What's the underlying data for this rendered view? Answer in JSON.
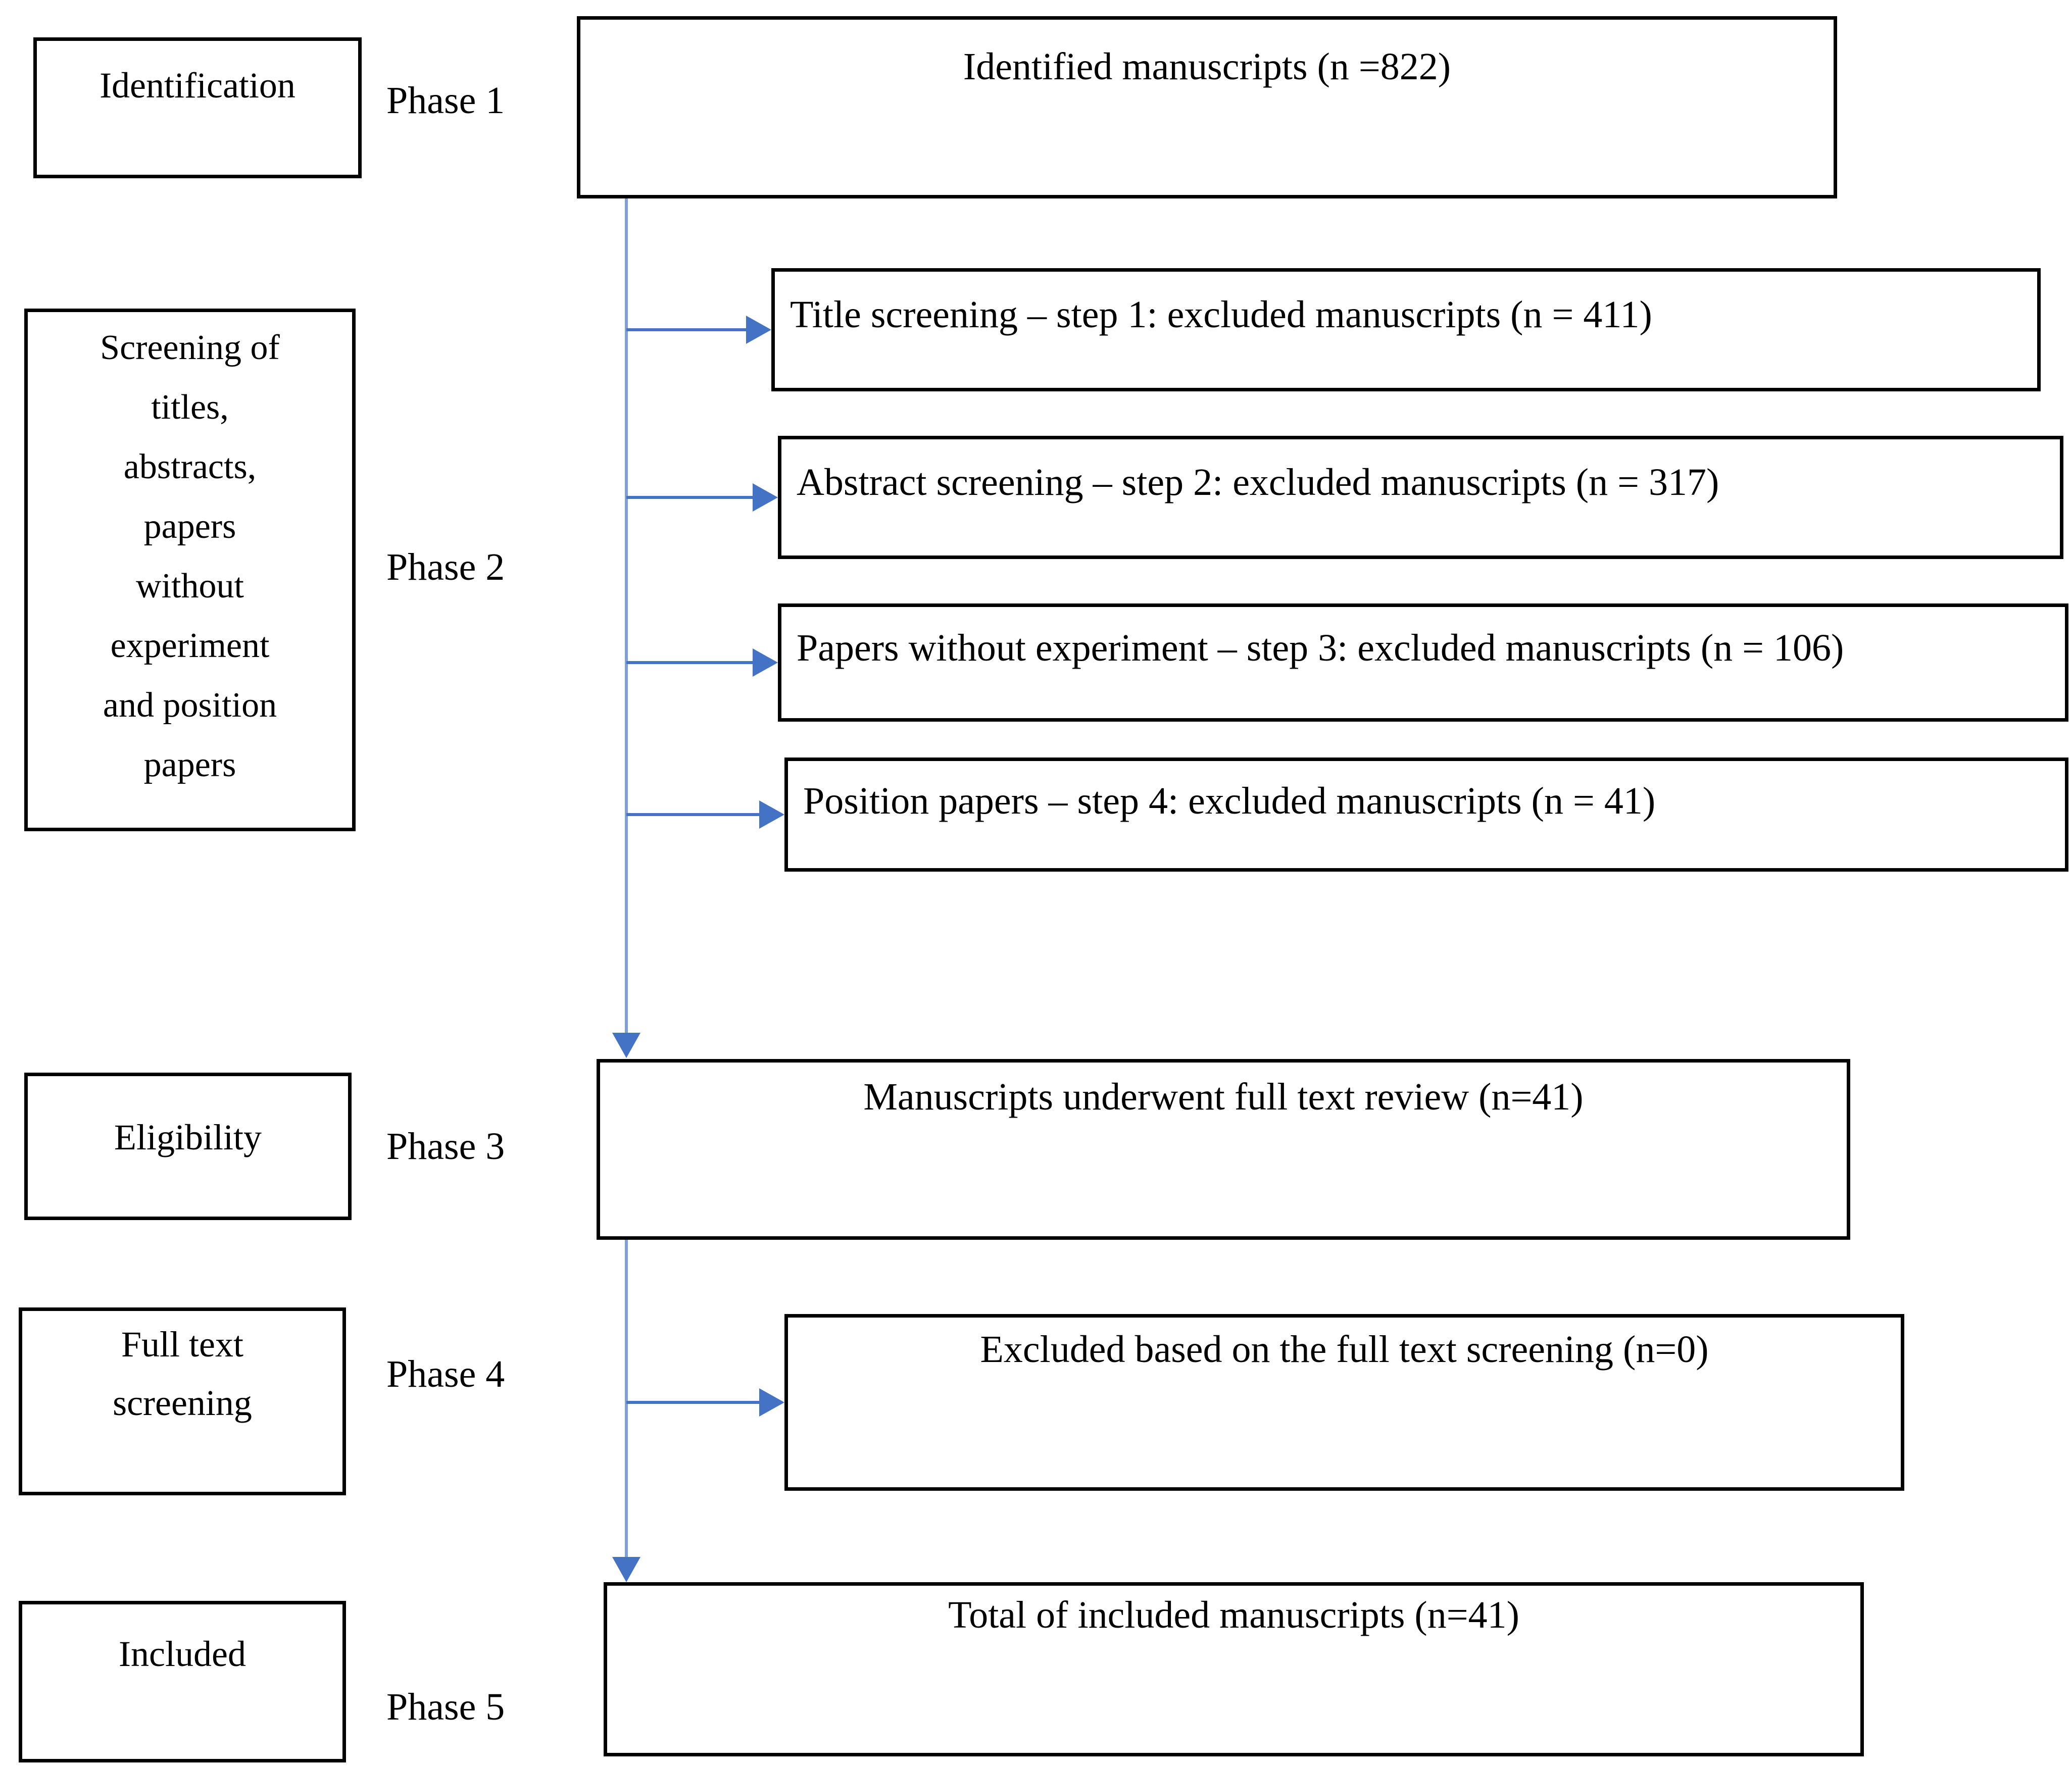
{
  "colors": {
    "arrow_horizontal": "#4472C4",
    "arrow_vertical_stem": "#7F9FD8",
    "box_border": "#000000",
    "background": "#FFFFFF",
    "text": "#000000"
  },
  "side_boxes": [
    {
      "label": "Identification"
    },
    {
      "label": "Screening of\ntitles,\nabstracts,\npapers\nwithout\nexperiment\nand position\npapers"
    },
    {
      "label": "Eligibility"
    },
    {
      "label": "Full text\nscreening"
    },
    {
      "label": "Included"
    }
  ],
  "phase_labels": [
    "Phase 1",
    "Phase 2",
    "Phase 3",
    "Phase 4",
    "Phase 5"
  ],
  "flow_boxes": [
    {
      "label": "Identified manuscripts (n =822)"
    },
    {
      "label": "Title screening – step 1: excluded manuscripts (n = 411)"
    },
    {
      "label": "Abstract screening – step 2: excluded manuscripts (n = 317)"
    },
    {
      "label": "Papers without experiment – step 3: excluded manuscripts (n = 106)"
    },
    {
      "label": "Position papers – step 4: excluded manuscripts (n = 41)"
    },
    {
      "label": "Manuscripts underwent full text review (n=41)"
    },
    {
      "label": "Excluded based on the full text screening (n=0)"
    },
    {
      "label": "Total of included manuscripts (n=41)"
    }
  ]
}
